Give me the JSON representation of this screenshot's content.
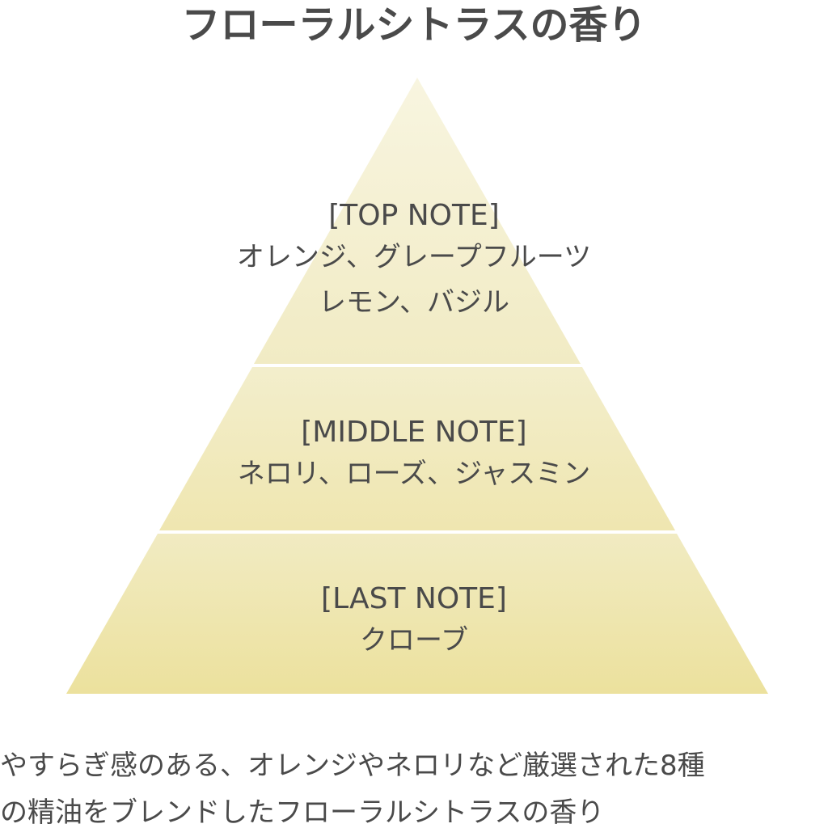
{
  "title": "フローラルシトラスの香り",
  "pyramid": {
    "top": {
      "heading": "[TOP NOTE]",
      "lines": [
        "オレンジ、グレープフルーツ",
        "レモン、バジル"
      ]
    },
    "middle": {
      "heading": "[MIDDLE NOTE]",
      "lines": [
        "ネロリ、ローズ、ジャスミン"
      ]
    },
    "last": {
      "heading": "[LAST NOTE]",
      "lines": [
        "クローブ"
      ]
    }
  },
  "description": {
    "lines": [
      "やすらぎ感のある、オレンジやネロリなど厳選された8種",
      "の精油をブレンドしたフローラルシトラスの香り"
    ]
  },
  "colors": {
    "text": "#4a4a4a",
    "tier_top_from": "#f8f5e0",
    "tier_top_to": "#f1ebc4",
    "tier_middle_from": "#f3eecc",
    "tier_middle_to": "#efe6b0",
    "tier_last_from": "#f1ebc2",
    "tier_last_to": "#ece19d",
    "divider": "#ffffff"
  }
}
